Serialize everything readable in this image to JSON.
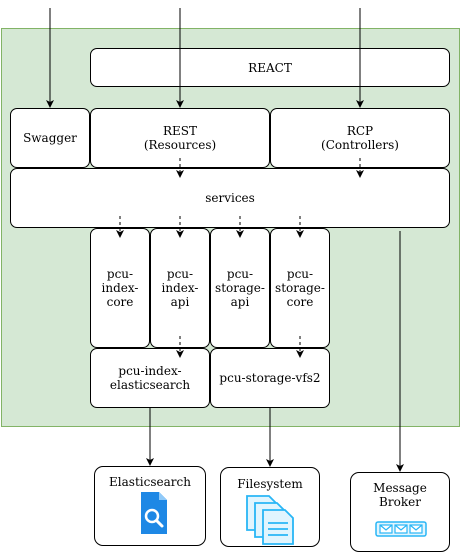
{
  "colors": {
    "container_fill": "#d5e8d4",
    "container_stroke": "#82b366",
    "box_fill": "#ffffff",
    "stroke": "#000000",
    "elasticsearch_blue": "#1e88e5",
    "filesystem_blue": "#29b6f6",
    "broker_blue": "#29b6f6"
  },
  "labels": {
    "react": "REACT",
    "swagger": "Swagger",
    "rest": "REST\n(Resources)",
    "rcp": "RCP\n(Controllers)",
    "services": "services",
    "index_core": "pcu-\nindex-\ncore",
    "index_api": "pcu-\nindex-\napi",
    "storage_api": "pcu-\nstorage-\napi",
    "storage_core": "pcu-\nstorage-\ncore",
    "index_es": "pcu-index-\nelasticsearch",
    "storage_vfs2": "pcu-storage-vfs2",
    "elasticsearch": "Elasticsearch",
    "filesystem": "Filesystem",
    "message_broker": "Message\nBroker"
  },
  "icons": {
    "elasticsearch": "search-document-icon",
    "filesystem": "files-stack-icon",
    "message_broker": "message-queue-icon"
  }
}
